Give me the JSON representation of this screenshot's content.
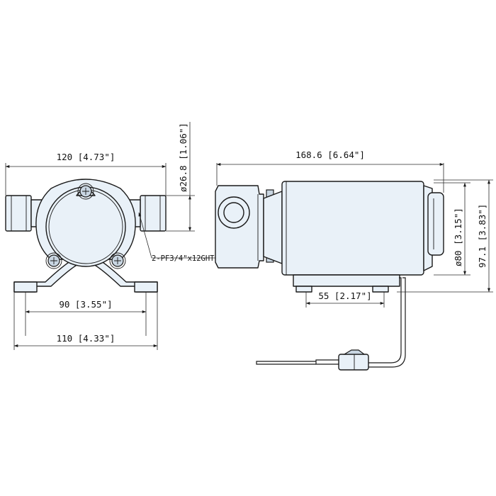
{
  "dimensions": {
    "front_width": "120 [4.73\"]",
    "front_mount_inner": "90 [3.55\"]",
    "front_mount_outer": "110 [4.33\"]",
    "port_diameter": "ø26.8 [1.06\"]",
    "port_thread": "2-PF3/4\"x12GHT",
    "side_length": "168.6 [6.64\"]",
    "motor_diameter": "ø80 [3.15\"]",
    "side_height": "97.1 [3.83\"]",
    "side_mount_spacing": "55 [2.17\"]"
  },
  "colors": {
    "part_fill": "#e9f1f8",
    "line": "#1a1a1a",
    "background": "#ffffff"
  }
}
